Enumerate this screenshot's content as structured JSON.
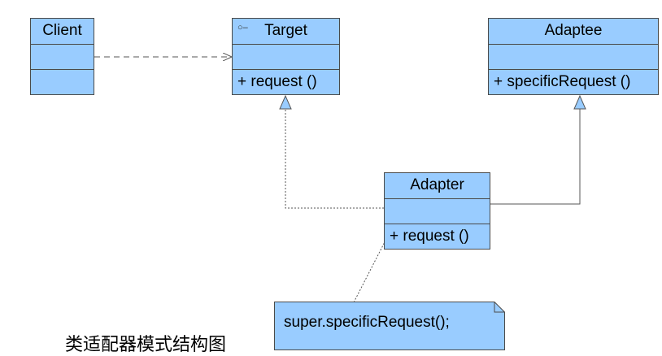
{
  "diagram": {
    "colors": {
      "class_fill": "#99ccff",
      "border": "#4a4a4a",
      "connector": "#555555"
    },
    "classes": {
      "client": {
        "name": "Client"
      },
      "target": {
        "name": "Target",
        "stereotype_icon": "interface-lollipop-icon",
        "operation": "+ request ()"
      },
      "adaptee": {
        "name": "Adaptee",
        "operation": "+ specificRequest ()"
      },
      "adapter": {
        "name": "Adapter",
        "operation": "+ request ()"
      }
    },
    "note": {
      "text": "super.specificRequest();"
    },
    "caption": "类适配器模式结构图"
  }
}
